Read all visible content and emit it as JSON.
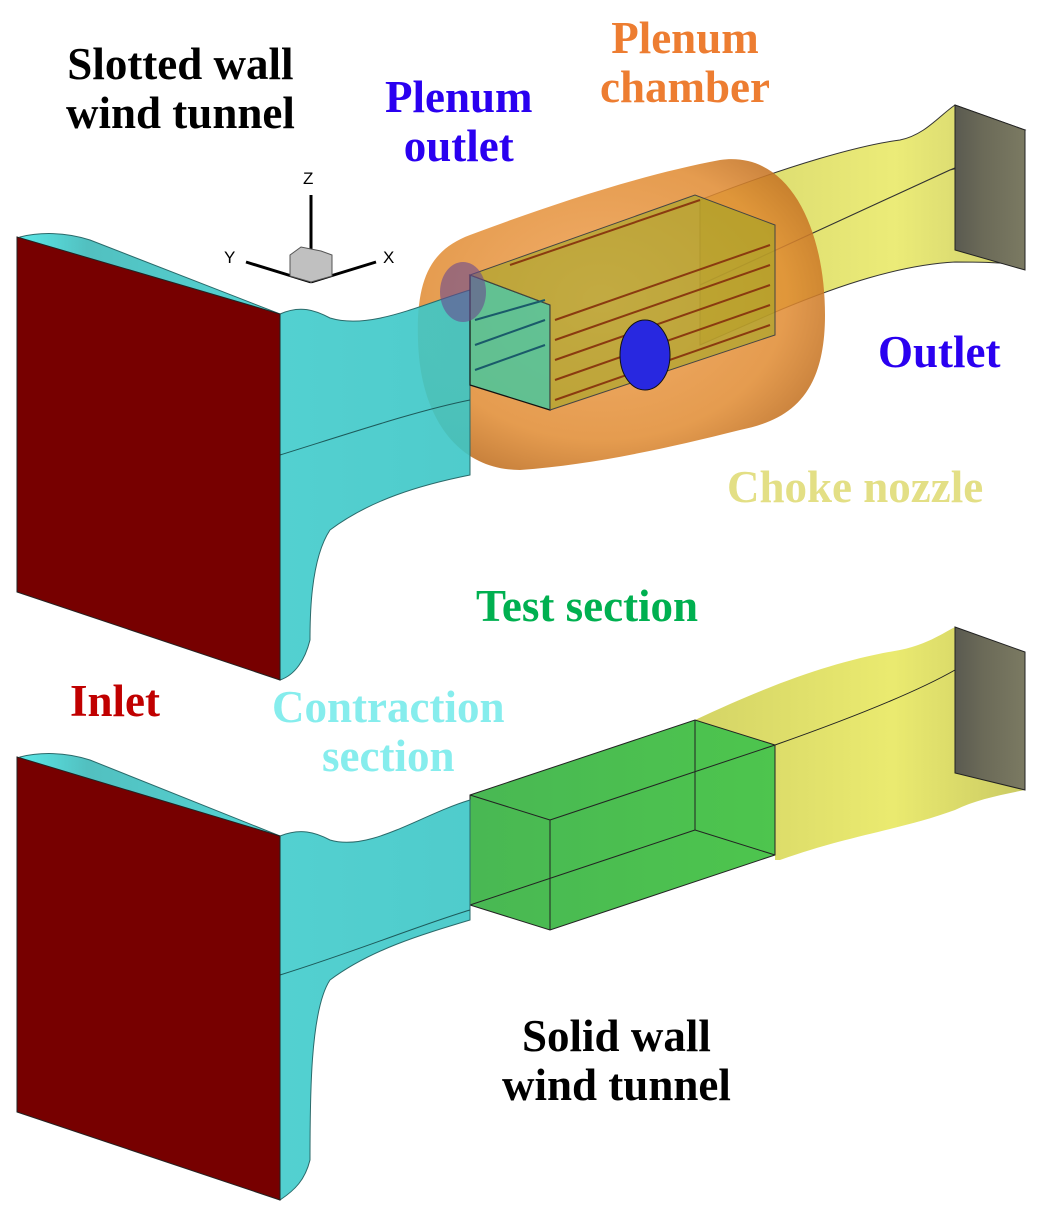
{
  "labels": {
    "slotted_title": [
      "Slotted wall",
      "wind tunnel"
    ],
    "solid_title": [
      "Solid wall",
      "wind tunnel"
    ],
    "plenum_outlet": [
      "Plenum",
      "outlet"
    ],
    "plenum_chamber": [
      "Plenum",
      "chamber"
    ],
    "outlet": "Outlet",
    "choke_nozzle": "Choke nozzle",
    "test_section": "Test section",
    "inlet": "Inlet",
    "contraction_section": [
      "Contraction",
      "section"
    ]
  },
  "axes": {
    "z": "Z",
    "y": "Y",
    "x": "X"
  },
  "colors": {
    "inlet": "#7a0000",
    "inlet_label": "#c00000",
    "contraction": "#41d1d1",
    "contraction_label": "#86eded",
    "test_section": "#3fbf3f",
    "test_section_label": "#00b050",
    "choke_nozzle": "#e0e060",
    "choke_label": "#e3df85",
    "plenum_chamber": "#e07f20",
    "plenum_label": "#ed7d31",
    "plenum_outlet": "#2020e0",
    "outlet_label": "#2a00f0",
    "outlet_face": "#6f6e5a"
  }
}
